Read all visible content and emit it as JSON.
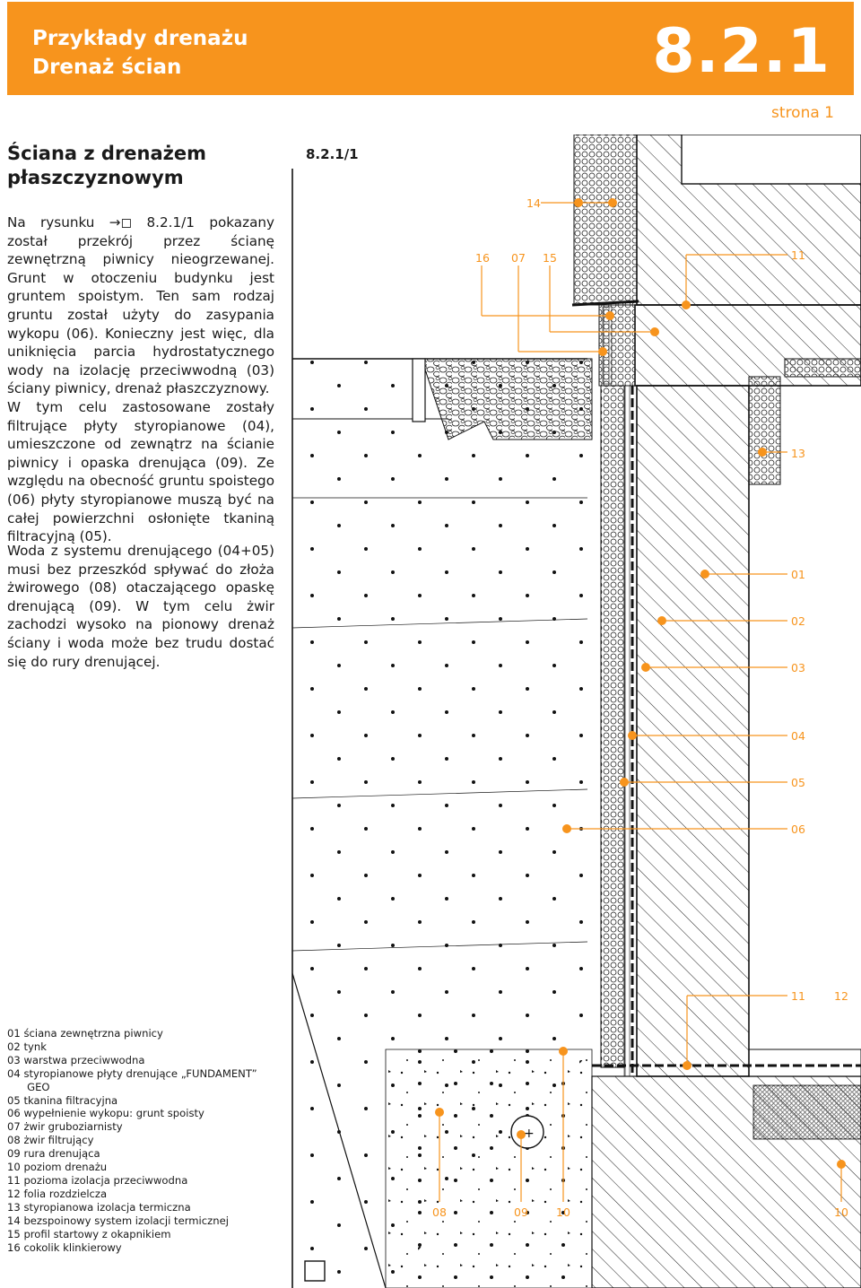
{
  "header": {
    "title_line1": "Przykłady drenażu",
    "title_line2": "Drenaż ścian",
    "section_number": "8.2.1",
    "page_label": "strona 1"
  },
  "section": {
    "heading": "Ściana z drenażem płaszczyznowym",
    "paragraph1": "Na rysunku →◻ 8.2.1/1 pokazany został przekrój przez ścianę zewnętrzną piwnicy nieogrzewanej. Grunt w otoczeniu budynku jest gruntem spoistym. Ten sam rodzaj gruntu został użyty do zasypania wykopu (06). Konieczny jest więc, dla uniknięcia parcia hydrostatycznego wody na izolację przeciwwodną (03) ściany piwnicy, drenaż płaszczyznowy.",
    "paragraph2": "W tym celu zastosowane zostały filtrujące płyty styropianowe (04), umieszczone od zewnątrz na ścianie piwnicy i opaska drenująca (09). Ze względu na obecność gruntu spoistego (06) płyty styropianowe muszą być na całej powierzchni osłonięte tkaniną filtracyjną (05).",
    "paragraph3": "Woda z systemu drenującego (04+05) musi bez przeszkód spływać do złoża żwirowego (08) otaczającego opaskę drenującą (09). W tym celu żwir zachodzi wysoko na pionowy drenaż ściany i woda może bez trudu dostać się do rury drenującej."
  },
  "figure": {
    "code": "8.2.1/1",
    "callouts": {
      "c14": "14",
      "c16": "16",
      "c07": "07",
      "c15": "15",
      "c11top": "11",
      "c13": "13",
      "c01": "01",
      "c02": "02",
      "c03": "03",
      "c04": "04",
      "c05": "05",
      "c06": "06",
      "c11bot": "11",
      "c12": "12",
      "c08": "08",
      "c09": "09",
      "c10a": "10",
      "c10b": "10"
    }
  },
  "legend": [
    "01 ściana zewnętrzna piwnicy",
    "02 tynk",
    "03 warstwa przeciwwodna",
    "04 styropianowe płyty drenujące „FUNDAMENT”",
    "      GEO",
    "05 tkanina filtracyjna",
    "06 wypełnienie wykopu: grunt spoisty",
    "07 żwir gruboziarnisty",
    "08 żwir filtrujący",
    "09 rura drenująca",
    "10 poziom drenażu",
    "11 pozioma izolacja przeciwwodna",
    "12 folia rozdzielcza",
    "13 styropianowa izolacja termiczna",
    "14 bezspoinowy system izolacji termicznej",
    "15 profil startowy z okapnikiem",
    "16 cokolik klinkierowy"
  ],
  "colors": {
    "accent": "#F7941D",
    "line": "#111111"
  }
}
